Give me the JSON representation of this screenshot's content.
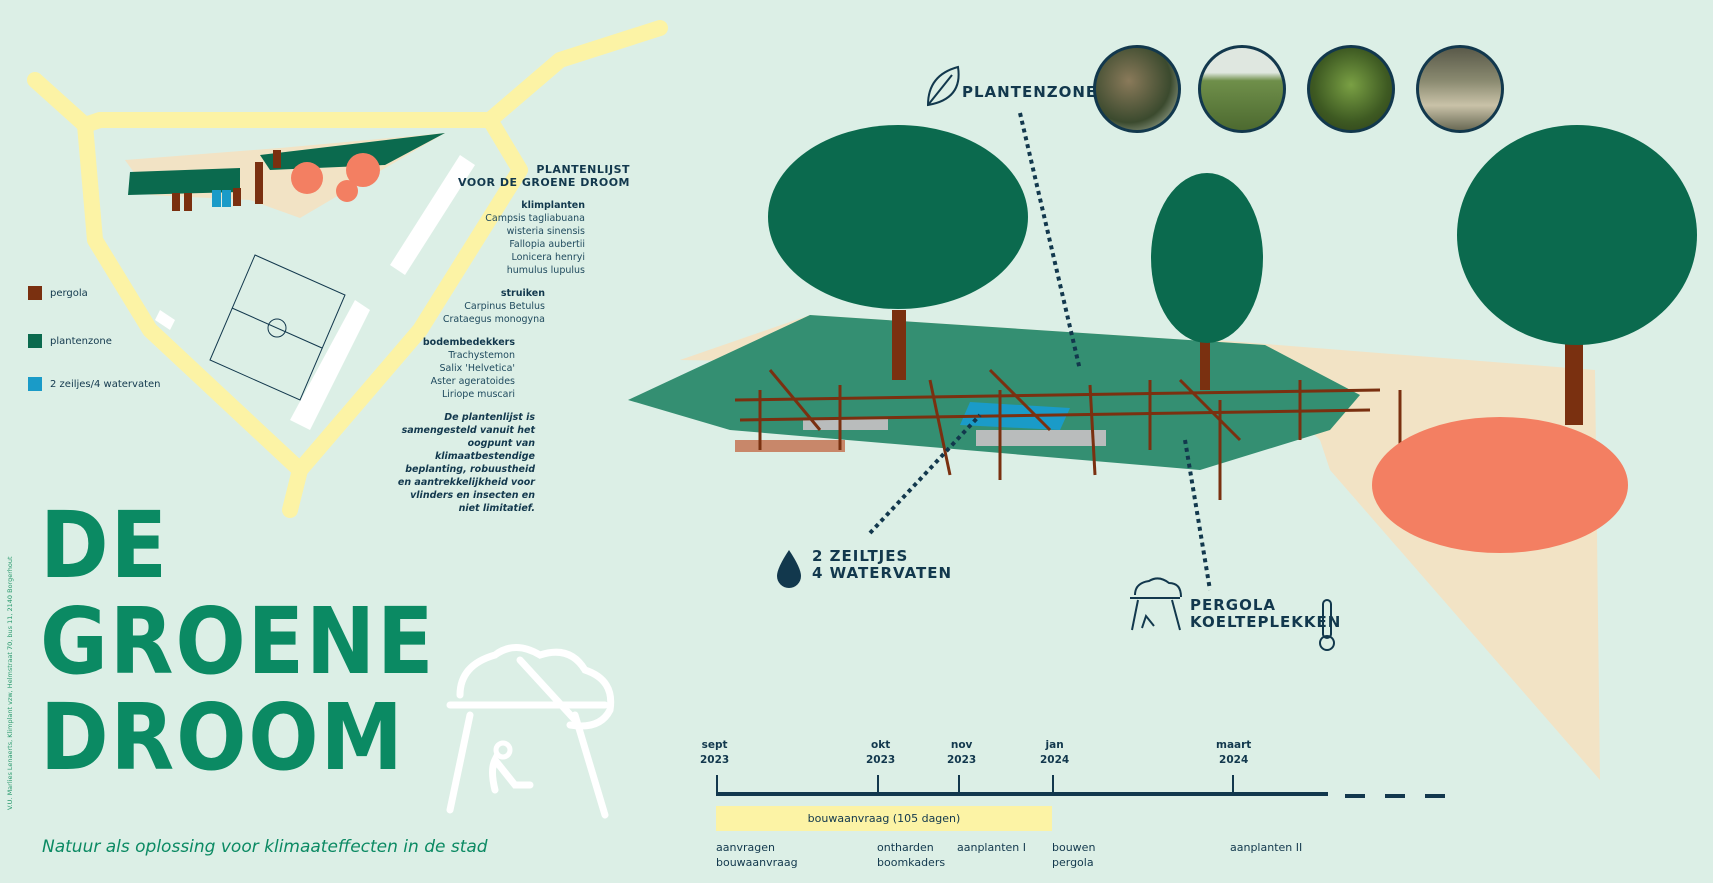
{
  "title_lines": [
    "DE",
    "GROENE",
    "DROOM"
  ],
  "subtitle": "Natuur als oplossing voor klimaateffecten in de stad",
  "publisher_note": "V.U. Marlies Lenaerts, Klimplant vzw, Helmstraat 70, bus 11, 2140 Borgerhout",
  "legend": [
    {
      "label": "pergola",
      "color": "#7a3010"
    },
    {
      "label": "plantenzone",
      "color": "#0b6a4e"
    },
    {
      "label": "2 zeiljes/4 watervaten",
      "color": "#1a9bc8"
    }
  ],
  "plant_list": {
    "heading": [
      "PLANTENLIJST",
      "VOOR DE GROENE DROOM"
    ],
    "groups": [
      {
        "name": "klimplanten",
        "items": [
          "Campsis tagliabuana",
          "wisteria sinensis",
          "Fallopia aubertii",
          "Lonicera henryi",
          "humulus lupulus"
        ]
      },
      {
        "name": "struiken",
        "items": [
          "Carpinus Betulus",
          "Crataegus monogyna"
        ]
      },
      {
        "name": "bodembedekkers",
        "items": [
          "Trachystemon",
          "Salix 'Helvetica'",
          "Aster ageratoides",
          "Liriope muscari"
        ]
      }
    ],
    "note": "De plantenlijst is samengesteld vanuit het oogpunt van klimaatbestendige beplanting, robuustheid en aantrekkelijkheid voor vlinders en insecten en niet limitatief."
  },
  "callouts": {
    "plantenzone": "PLANTENZONE",
    "water": [
      "2 ZEILTJES",
      "4 WATERVATEN"
    ],
    "pergola": [
      "PERGOLA",
      "KOELTEPLEKKEN"
    ]
  },
  "icons": [
    "leaf-icon",
    "water-drop-icon",
    "pergola-icon",
    "thermometer-icon"
  ],
  "timeline": {
    "dates": [
      {
        "month": "sept",
        "year": "2023"
      },
      {
        "month": "okt",
        "year": "2023"
      },
      {
        "month": "nov",
        "year": "2023"
      },
      {
        "month": "jan",
        "year": "2024"
      },
      {
        "month": "maart",
        "year": "2024"
      }
    ],
    "bar_label": "bouwaanvraag (105 dagen)",
    "steps": [
      [
        "aanvragen",
        "bouwaanvraag"
      ],
      [
        "ontharden",
        "boomkaders"
      ],
      [
        "aanplanten I"
      ],
      [
        "bouwen",
        "pergola"
      ],
      [
        "aanplanten II"
      ]
    ]
  },
  "colors": {
    "background": "#dcefe6",
    "title": "#0b8a63",
    "dark_green": "#0b6a4e",
    "navy": "#12384d",
    "yellow": "#fcf3a5",
    "salmon": "#f37f62",
    "beige": "#f2e3c5",
    "brown": "#7a3010",
    "water": "#1a9bc8"
  }
}
